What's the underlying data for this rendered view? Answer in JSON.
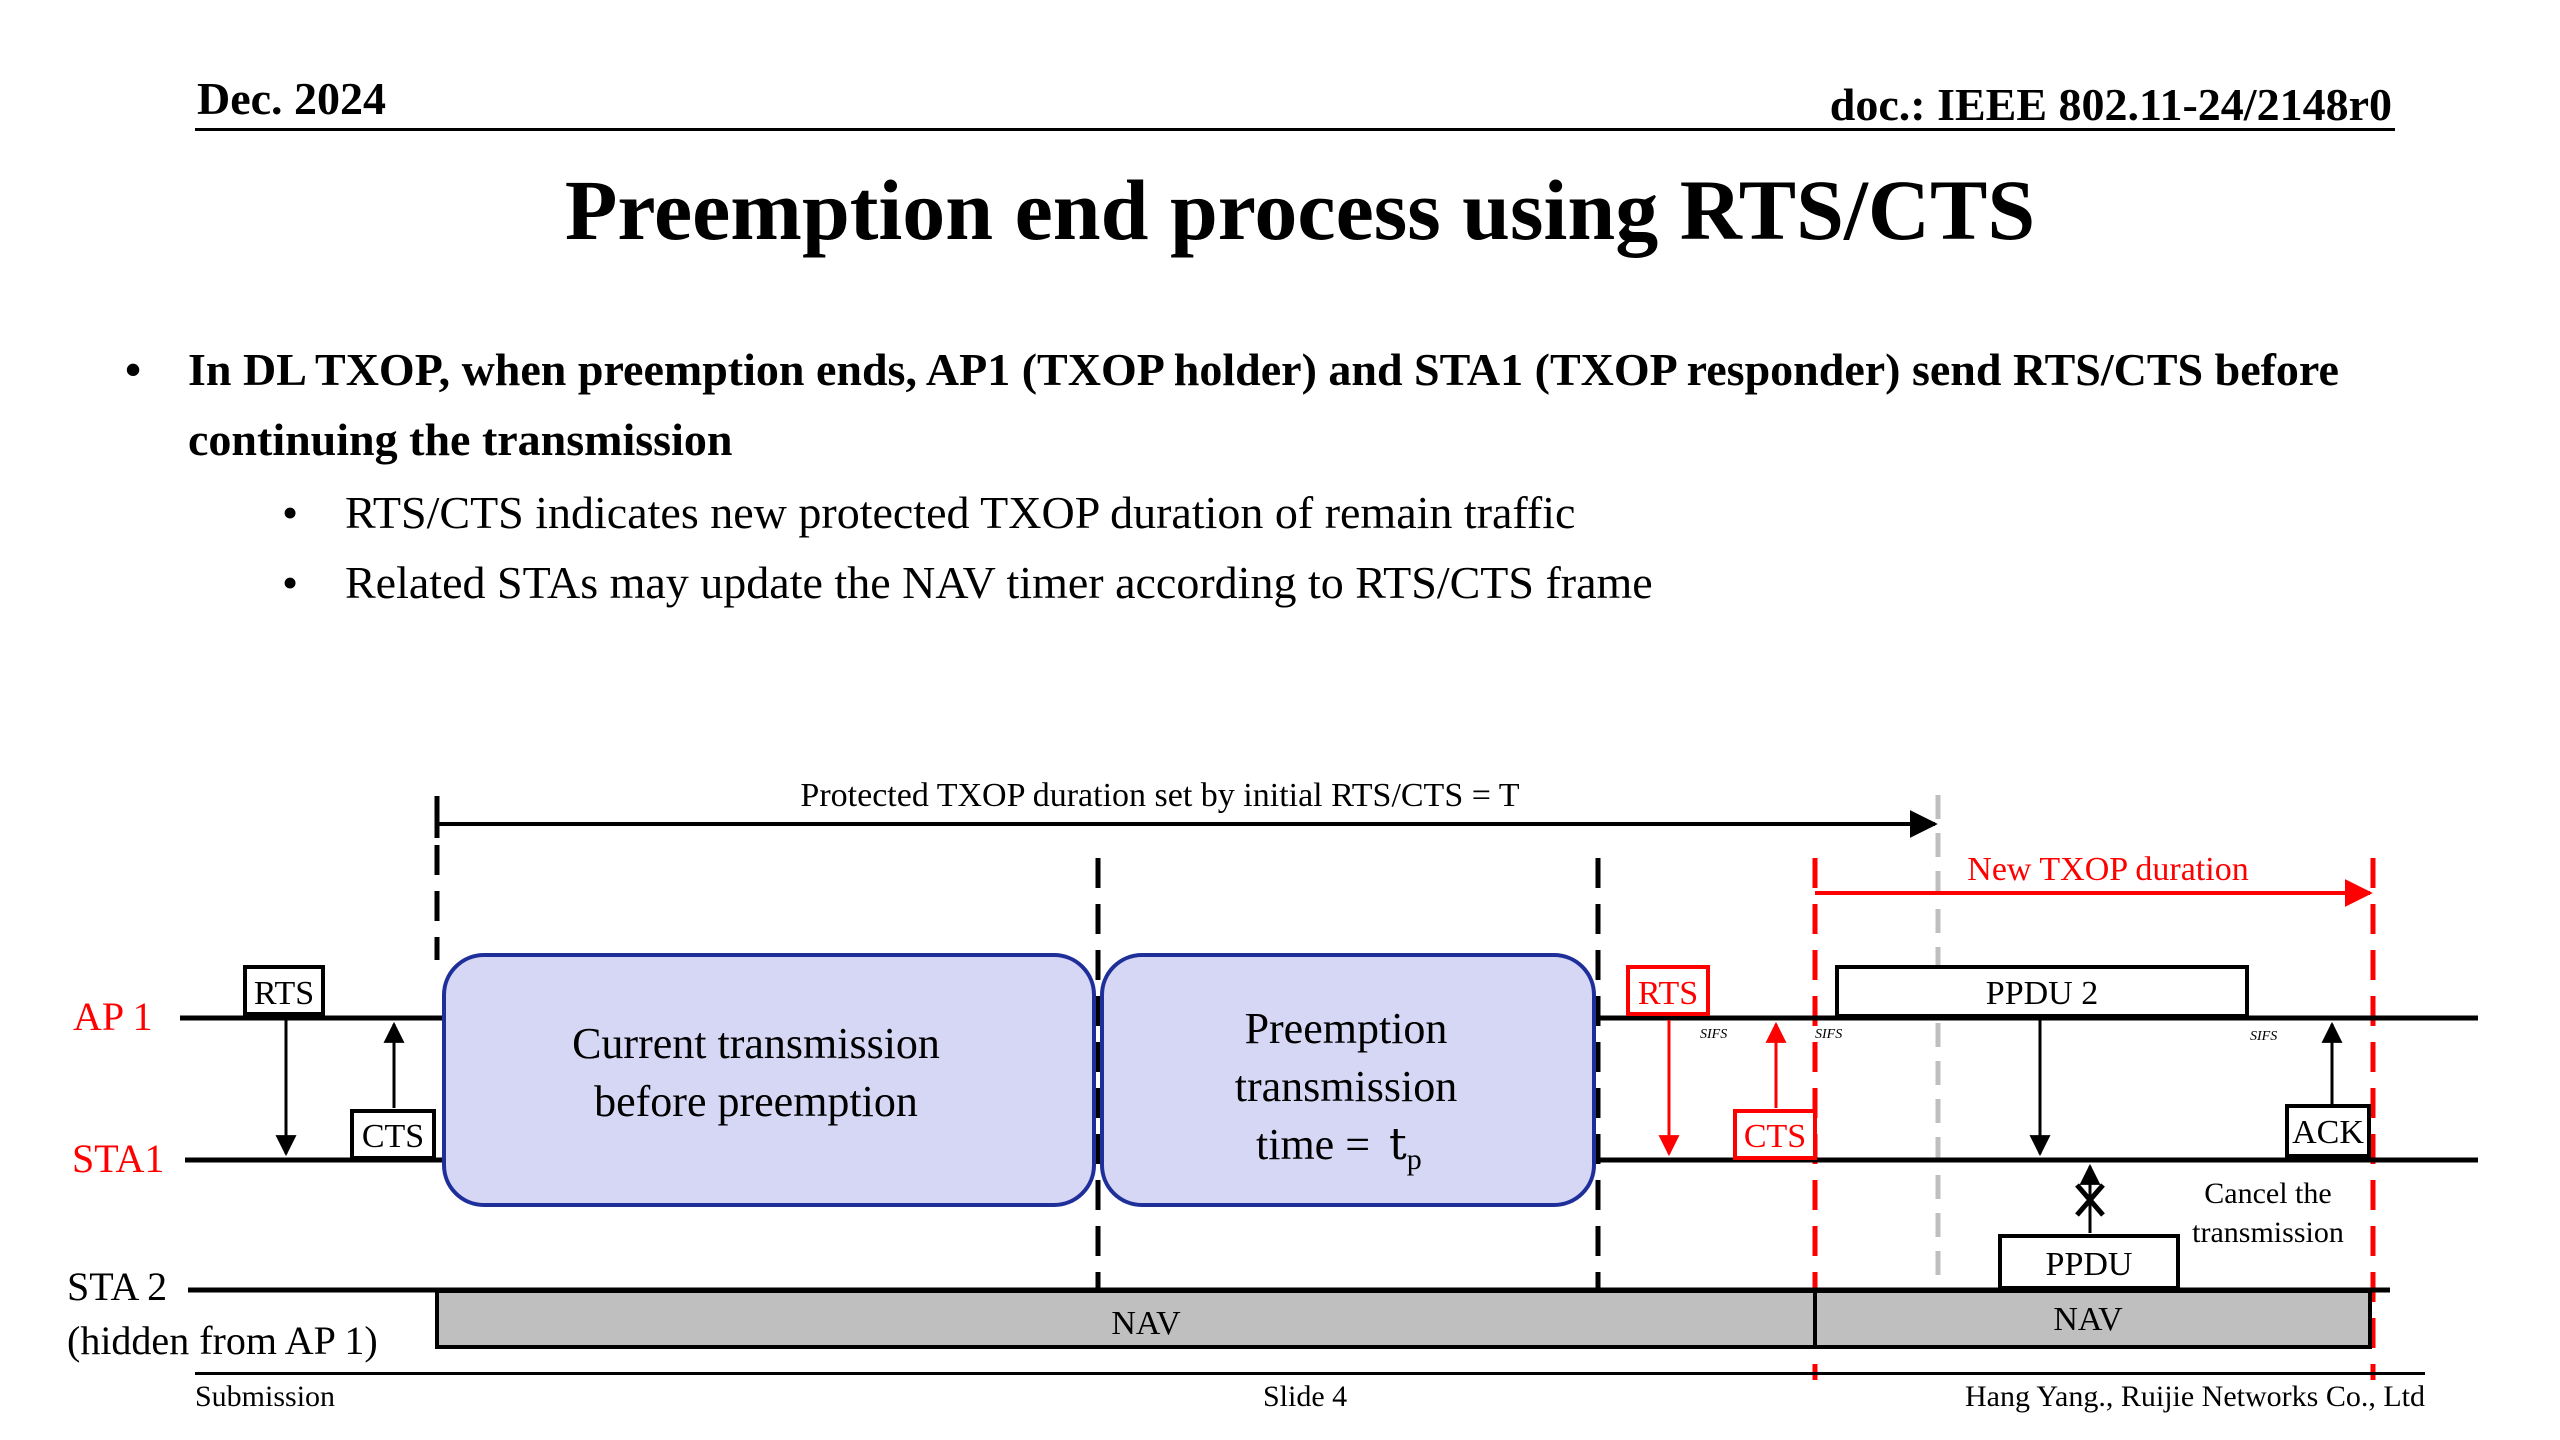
{
  "header": {
    "date": "Dec. 2024",
    "doc_id": "doc.: IEEE 802.11-24/2148r0"
  },
  "title": "Preemption end process using RTS/CTS",
  "bullets": {
    "main": "In DL TXOP, when preemption ends, AP1 (TXOP holder) and STA1 (TXOP responder) send RTS/CTS before continuing the transmission",
    "sub": [
      "RTS/CTS indicates new protected TXOP duration of remain traffic",
      "Related STAs may update the NAV timer according to RTS/CTS frame"
    ]
  },
  "diagram": {
    "protected_duration_label": "Protected TXOP duration set by initial RTS/CTS = T",
    "new_txop_label": "New TXOP duration",
    "rows": {
      "ap1": "AP 1",
      "sta1": "STA1",
      "sta2_line1": "STA 2",
      "sta2_line2": "(hidden from AP 1)"
    },
    "frames": {
      "rts": "RTS",
      "cts": "CTS",
      "rts_new": "RTS",
      "cts_new": "CTS",
      "ppdu2": "PPDU 2",
      "ack": "ACK",
      "ppdu": "PPDU",
      "nav1": "NAV",
      "nav2": "NAV"
    },
    "sifs": "SIFS",
    "current_tx": [
      "Current transmission",
      "before preemption"
    ],
    "preemption_tx": [
      "Preemption",
      "transmission",
      "time = "
    ],
    "tp_symbol": "t",
    "tp_sub": "p",
    "cancel": [
      "Cancel the",
      "transmission"
    ],
    "colors": {
      "red": "#ff0000",
      "box_fill": "#d6d6f5",
      "box_border": "#1f2f9a",
      "nav_fill": "#bfbfbf",
      "gray_dash": "#bfbfbf"
    }
  },
  "footer": {
    "left": "Submission",
    "center": "Slide 4",
    "right": "Hang Yang., Ruijie Networks Co., Ltd"
  }
}
